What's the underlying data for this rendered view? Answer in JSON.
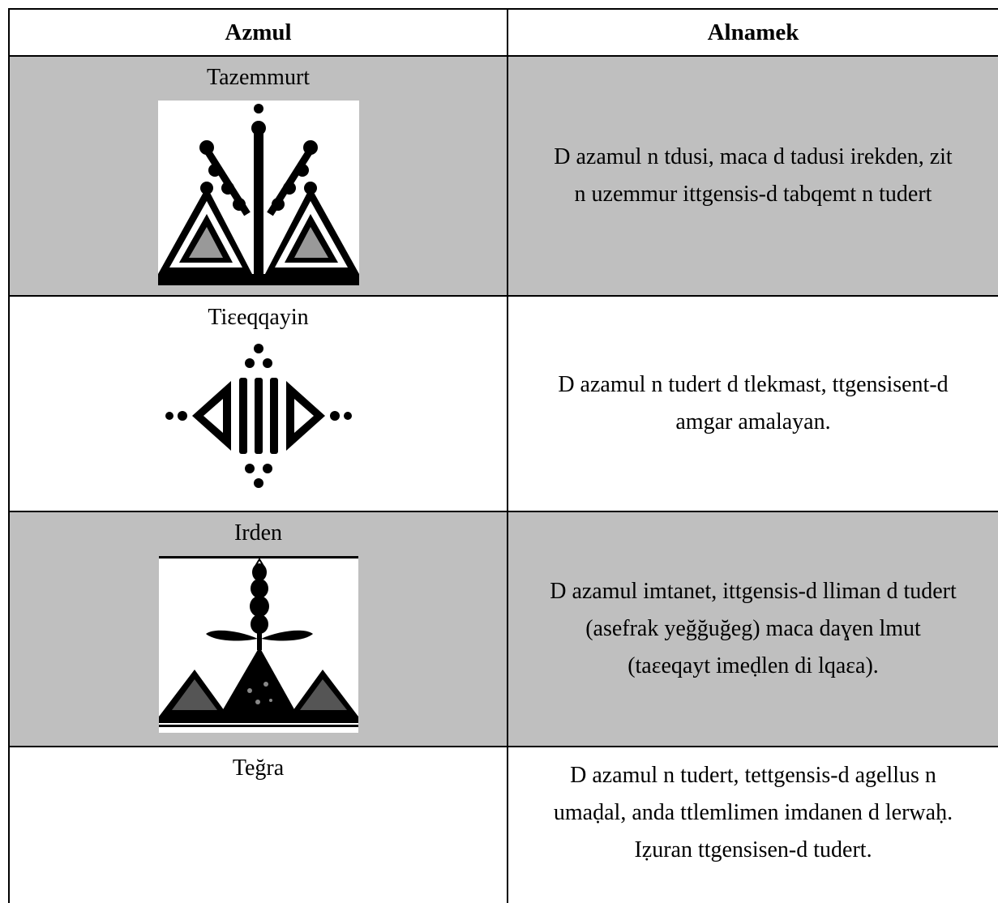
{
  "table": {
    "headers": [
      "Azmul",
      "Alnamek"
    ],
    "rows": [
      {
        "symbol_name": "Tazemmurt",
        "symbol_icon": "tree-on-mountains-symbol-icon",
        "meaning": [
          "D azamul n tdusi, maca d tadusi irekden, zit",
          "n uzemmur ittgensis-d tabqemt n tudert"
        ]
      },
      {
        "symbol_name": "Tiɛeqqayin",
        "symbol_icon": "seeds-diamond-symbol-icon",
        "meaning": [
          "D azamul n tudert d tlekmast, ttgensisent-d",
          "amgar amalayan."
        ]
      },
      {
        "symbol_name": "Irden",
        "symbol_icon": "wheat-ear-over-mountains-symbol-icon",
        "meaning": [
          "D azamul imtanet, ittgensis-d lliman d tudert",
          "(asefrak yeğğuğeg) maca daɣen lmut",
          "(taɛeqayt imeḍlen di lqaɛa)."
        ]
      },
      {
        "symbol_name": "Teğra",
        "symbol_icon": "",
        "meaning": [
          "D azamul n tudert, tettgensis-d agellus n",
          "umaḍal, anda ttlemlimen imdanen d lerwaḥ.",
          "Iẓuran ttgensisen-d tudert."
        ]
      }
    ]
  }
}
